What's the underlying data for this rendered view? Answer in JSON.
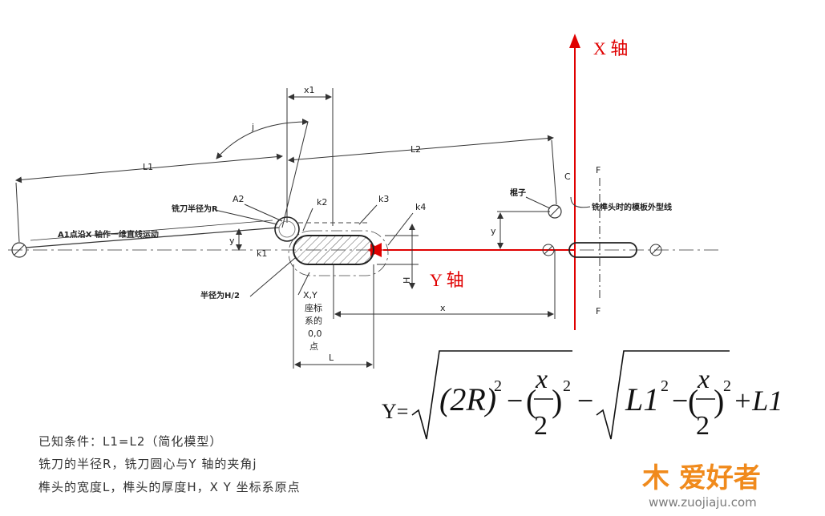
{
  "axes": {
    "x_axis": "X 轴",
    "y_axis": "Y 轴"
  },
  "dims": {
    "x1": "x1",
    "j": "j",
    "L1": "L1",
    "L2": "L2",
    "A2": "A2",
    "k1": "k1",
    "k2": "k2",
    "k3": "k3",
    "k4": "k4",
    "y_left": "y",
    "y_right": "y",
    "H": "H",
    "x": "x",
    "L": "L",
    "C": "C",
    "F_top": "F",
    "F_bottom": "F"
  },
  "annotations": {
    "cutter_radius": "铣刀半径为R",
    "a1_motion": "A1点沿X 轴作一维直线运动",
    "radius_h2": "半径为H/2",
    "origin_1": "X,Y",
    "origin_2": "座标",
    "origin_3": "系的",
    "origin_4": "0,0",
    "origin_5": "点",
    "roller": "棍子",
    "template": "铣榫头时的模板外型线"
  },
  "formula": {
    "lhs": "Y=",
    "t1_base": "(2R)",
    "exp": "2",
    "minus": "−",
    "frac_open": "(",
    "frac_num": "x",
    "frac_den": "2",
    "frac_close": ")",
    "t2_base": "L1",
    "plus_term": "+L1"
  },
  "conditions": [
    "已知条件：L1=L2（简化模型）",
    "铣刀的半径R，铣刀圆心与Y 轴的夹角j",
    "榫头的宽度L，榫头的厚度H，X Y 坐标系原点"
  ],
  "watermark": {
    "brand": "木 爱好者",
    "url": "www.zuojiaju.com"
  },
  "colors": {
    "axis": "#e00000",
    "line": "#333333",
    "hatch": "#555555"
  }
}
